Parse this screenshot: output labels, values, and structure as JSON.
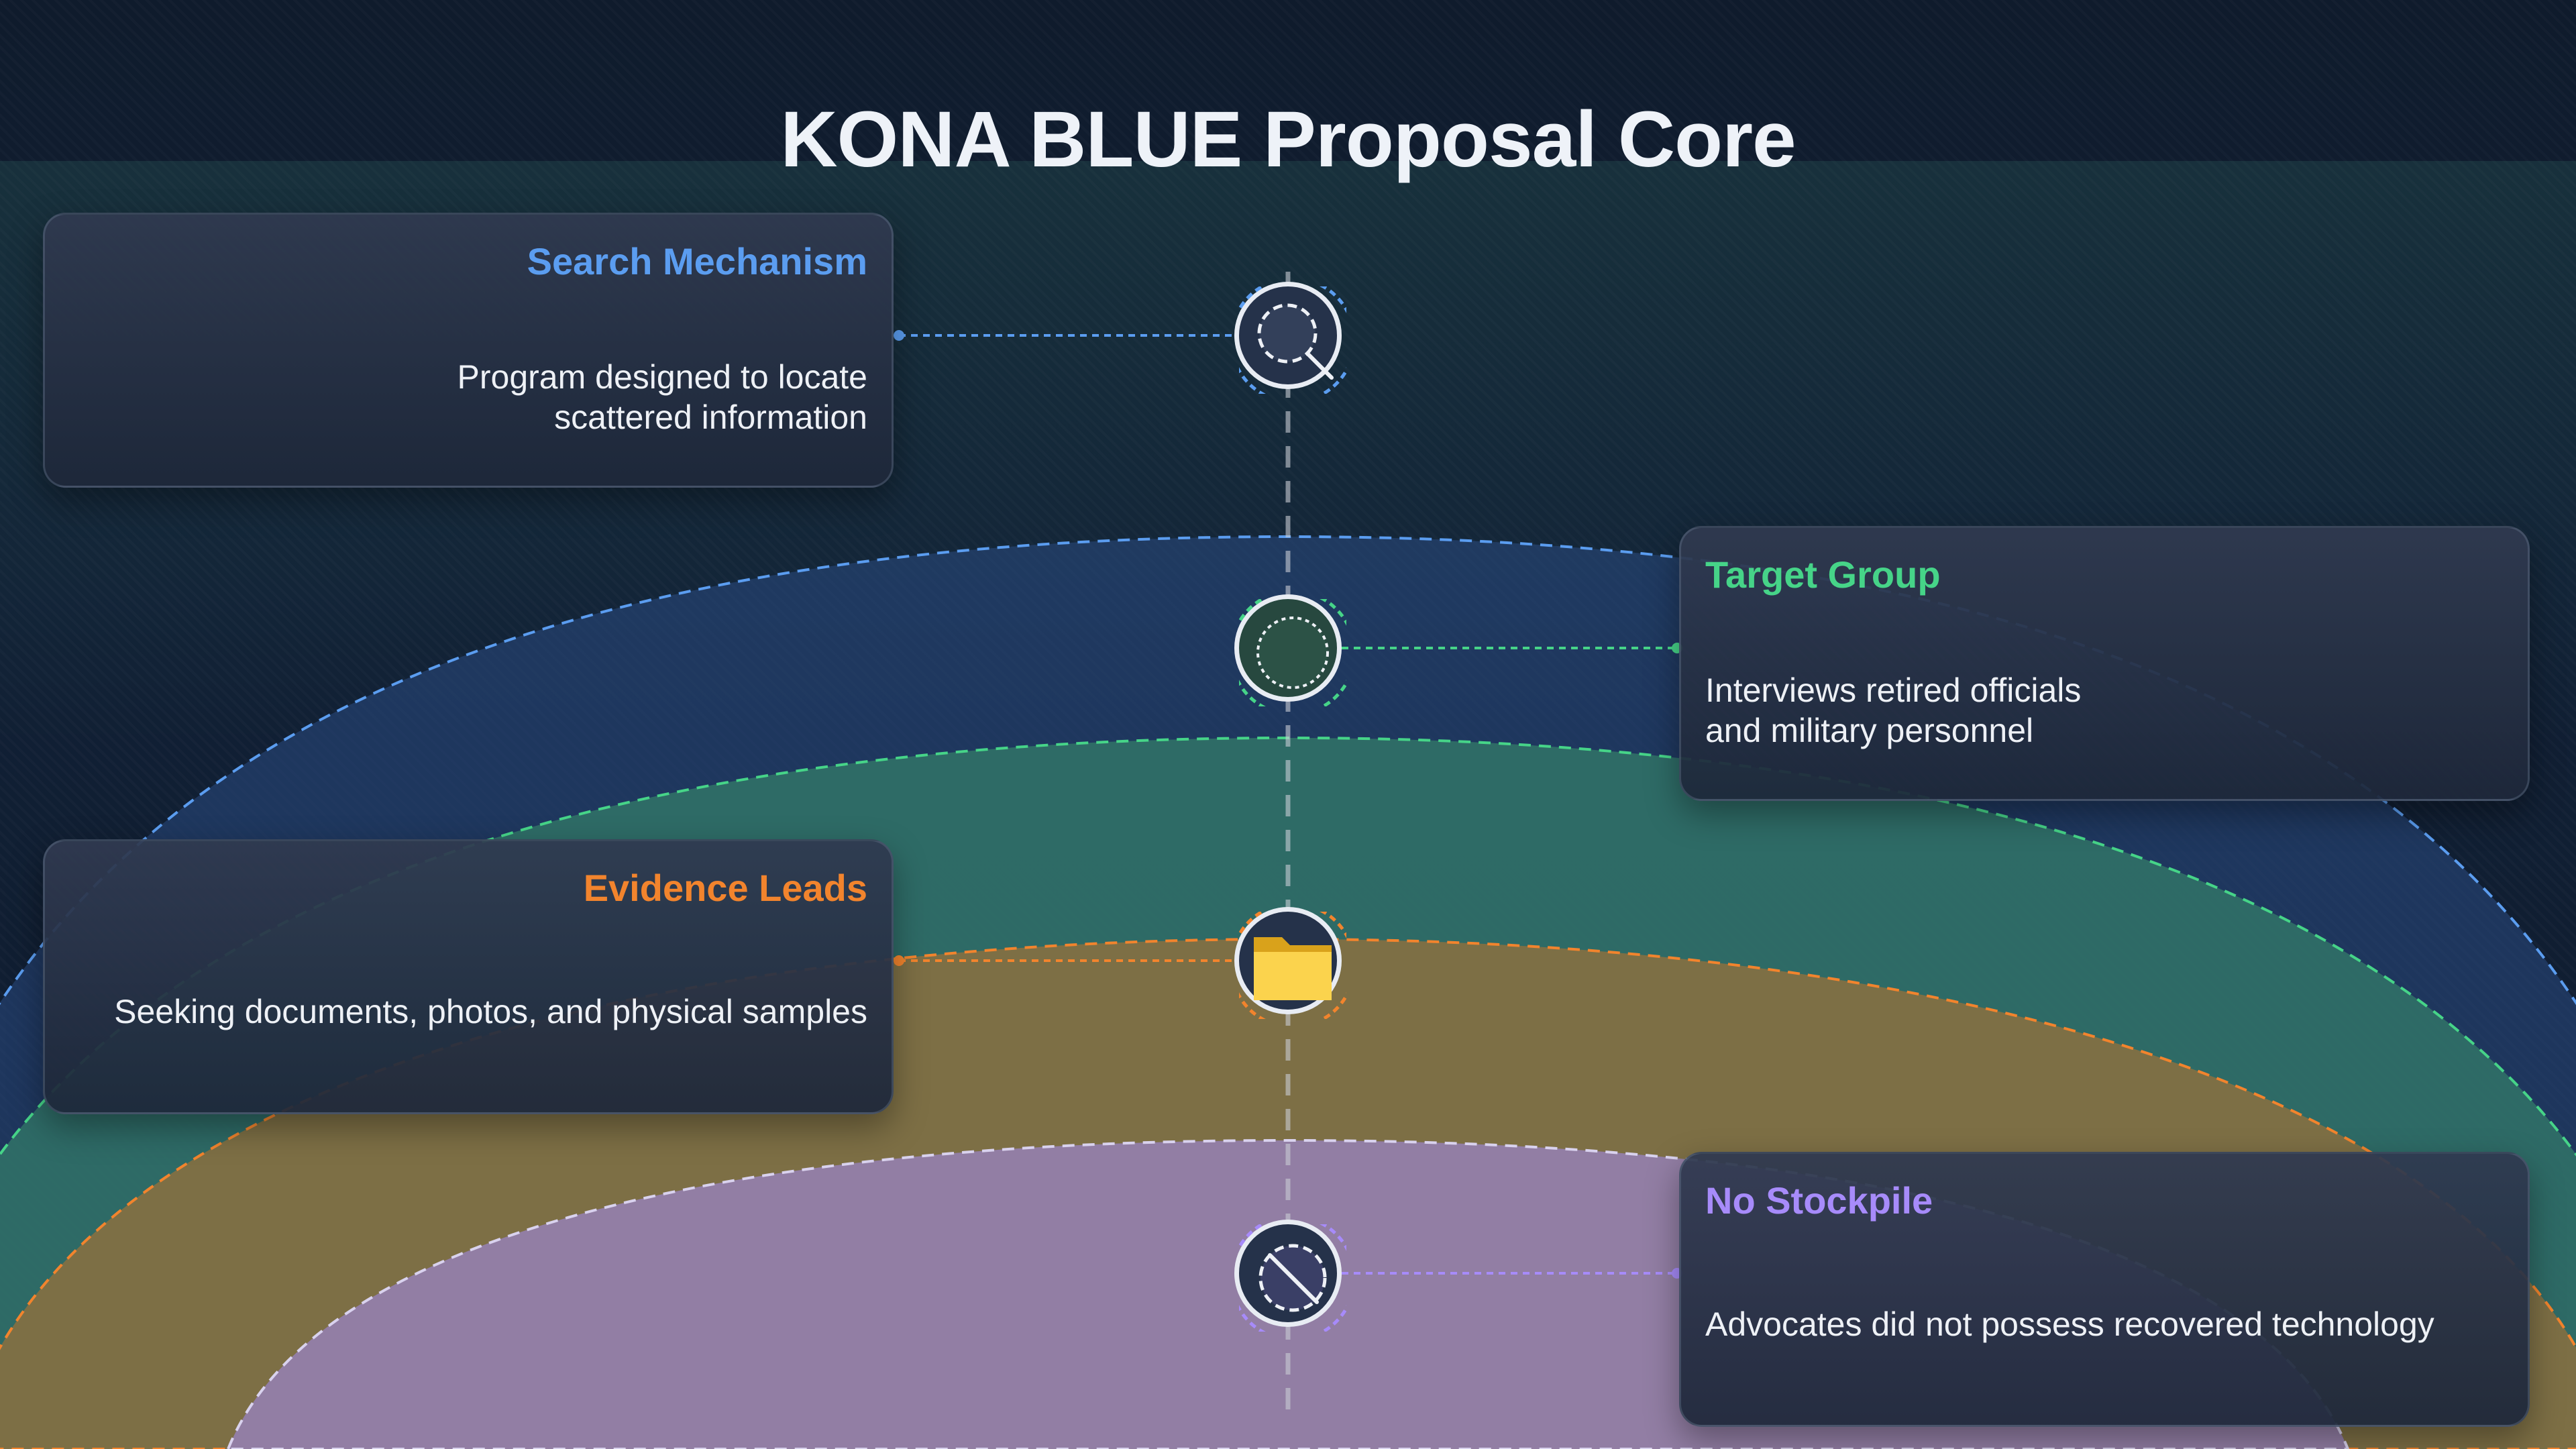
{
  "title": "KONA BLUE Proposal Core",
  "colors": {
    "blue": "#5b9df0",
    "green": "#46d488",
    "orange": "#f2842d",
    "purple": "#a78bfa",
    "layer_blue": "#2a4a82",
    "layer_green": "#2f6e66",
    "layer_orange": "#806f44",
    "layer_purple": "#937ea6"
  },
  "items": [
    {
      "heading": "Search Mechanism",
      "body": "Program designed to locate\nscattered information",
      "icon": "magnifier-icon",
      "color": "#5b9df0"
    },
    {
      "heading": "Target Group",
      "body": "Interviews retired officials\nand military personnel",
      "icon": "group-badge-icon",
      "color": "#46d488"
    },
    {
      "heading": "Evidence Leads",
      "body": "Seeking documents, photos, and physical samples",
      "icon": "folder-icon",
      "color": "#f2842d"
    },
    {
      "heading": "No Stockpile",
      "body": "Advocates did not possess recovered technology",
      "icon": "prohibited-icon",
      "color": "#a78bfa"
    }
  ]
}
